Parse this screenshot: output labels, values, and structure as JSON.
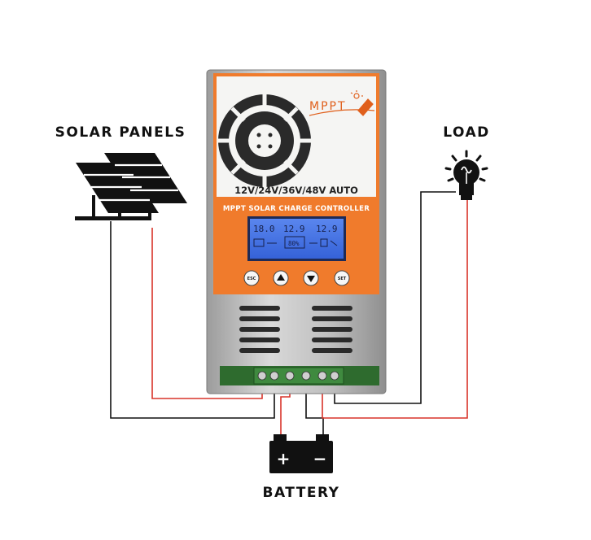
{
  "labels": {
    "solar": "SOLAR PANELS",
    "load": "LOAD",
    "battery": "BATTERY"
  },
  "controller": {
    "brand": "MPPT",
    "voltage": "12V/24V/36V/48V AUTO",
    "name": "MPPT SOLAR CHARGE CONTROLLER",
    "buttons": {
      "esc": "ESC",
      "set": "SET"
    },
    "lcd": {
      "v1": "18.0",
      "v2": "12.9",
      "v3": "12.9",
      "pct": "80%"
    }
  },
  "battery_terminals": {
    "plus": "+",
    "minus": "−"
  },
  "colors": {
    "wire_red": "#d8342a",
    "wire_black": "#111111",
    "panel_orange": "#f07b2c",
    "lcd_blue": "#3f6fe0",
    "casing_silver": "#b8b8b8"
  }
}
